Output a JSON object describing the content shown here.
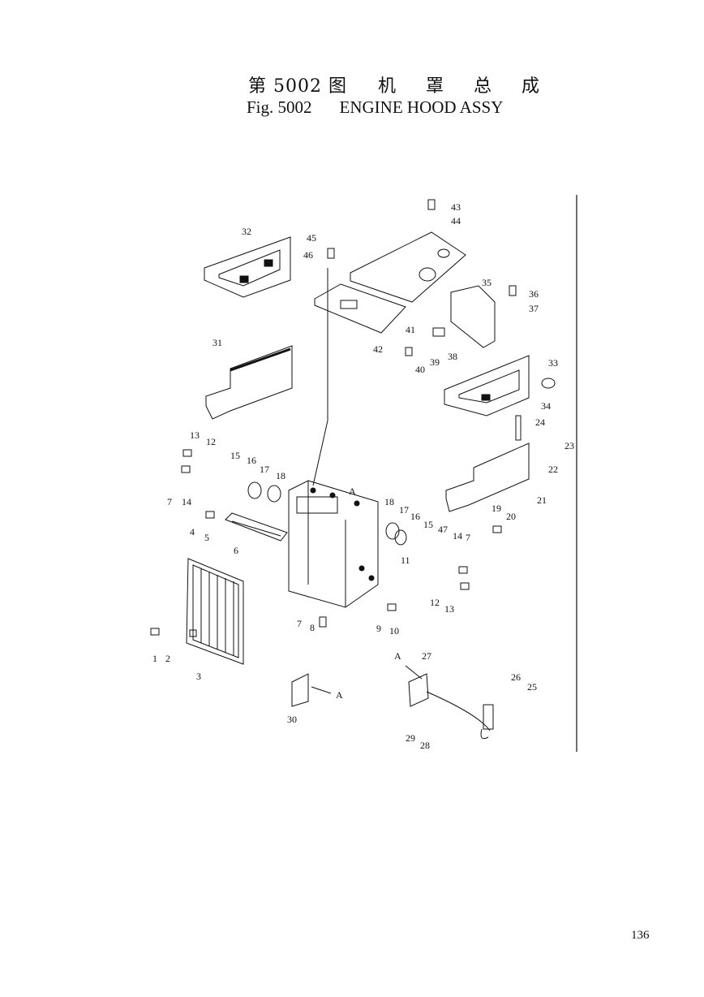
{
  "header": {
    "fig_cn": "第 5002 图",
    "name_cn": "机 罩 总 成",
    "fig_en": "Fig. 5002",
    "name_en": "ENGINE HOOD ASSY"
  },
  "diagram": {
    "callouts": [
      "1",
      "2",
      "3",
      "4",
      "5",
      "6",
      "7",
      "7",
      "7",
      "8",
      "9",
      "10",
      "11",
      "12",
      "12",
      "13",
      "13",
      "14",
      "14",
      "15",
      "15",
      "16",
      "16",
      "17",
      "17",
      "18",
      "18",
      "19",
      "20",
      "21",
      "22",
      "23",
      "24",
      "25",
      "26",
      "27",
      "28",
      "29",
      "30",
      "31",
      "32",
      "33",
      "34",
      "35",
      "36",
      "37",
      "38",
      "39",
      "40",
      "41",
      "42",
      "43",
      "44",
      "45",
      "46",
      "47"
    ],
    "view_marker": "A"
  },
  "footer": {
    "page_number": "136"
  }
}
